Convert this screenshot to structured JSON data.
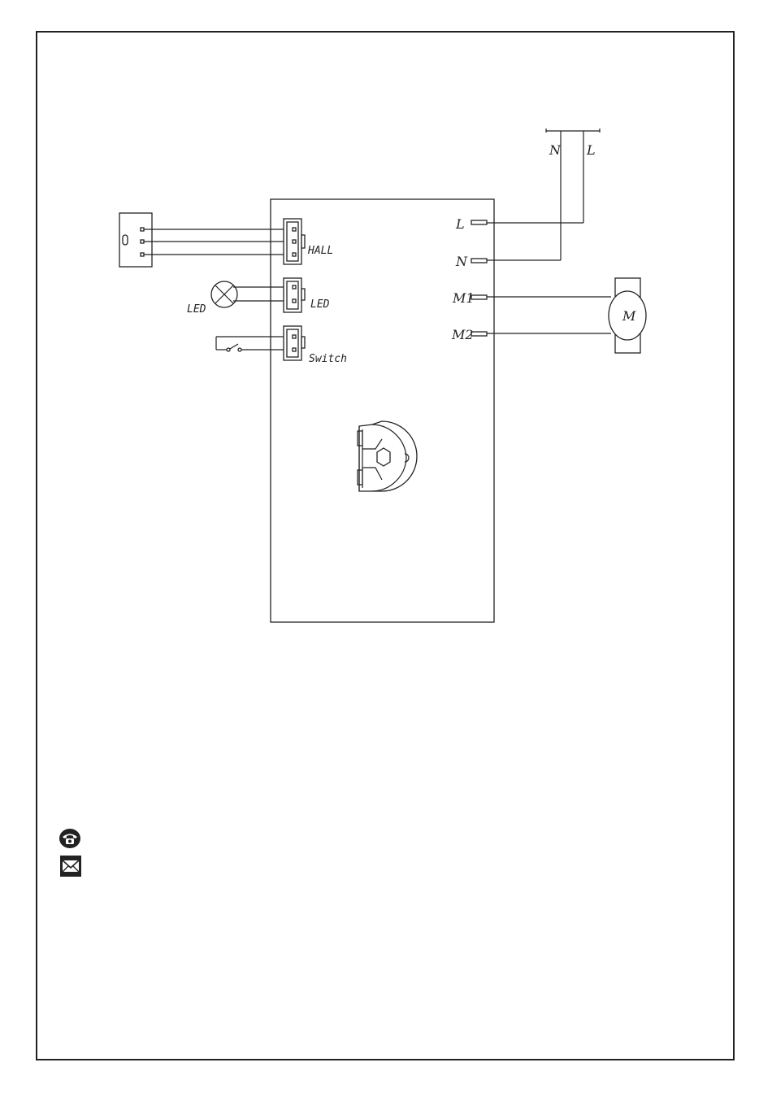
{
  "diagram": {
    "supply": {
      "n_label": "N",
      "l_label": "L"
    },
    "board_terminals": {
      "l": "L",
      "n": "N",
      "m1": "M1",
      "m2": "M2"
    },
    "connectors": {
      "hall": "HALL",
      "led": "LED",
      "switch": "Switch"
    },
    "led_lamp_label": "LED",
    "motor_label": "M"
  },
  "contact": {
    "phone_icon": "phone-icon",
    "mail_icon": "mail-icon"
  },
  "colors": {
    "line": "#222222",
    "background": "#ffffff"
  }
}
